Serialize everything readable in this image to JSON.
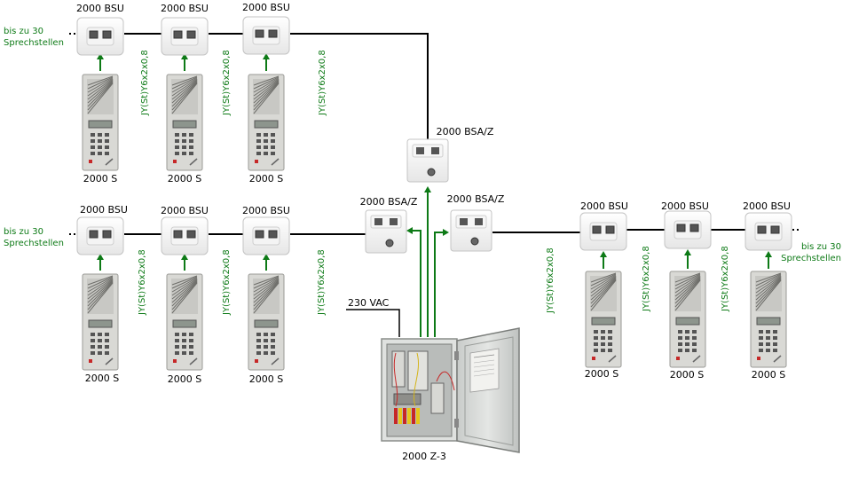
{
  "labels": {
    "bsu": "2000 BSU",
    "station": "2000 S",
    "bsaz": "2000 BSA/Z",
    "cable": "JY(St)Y6x2x0,8",
    "extension_line1": "bis zu 30",
    "extension_line2": "Sprechstellen",
    "power": "230 VAC",
    "central": "2000 Z-3"
  },
  "colors": {
    "line": "#000000",
    "arrow": "#0d7a16",
    "cable_text": "#0d7a16"
  }
}
